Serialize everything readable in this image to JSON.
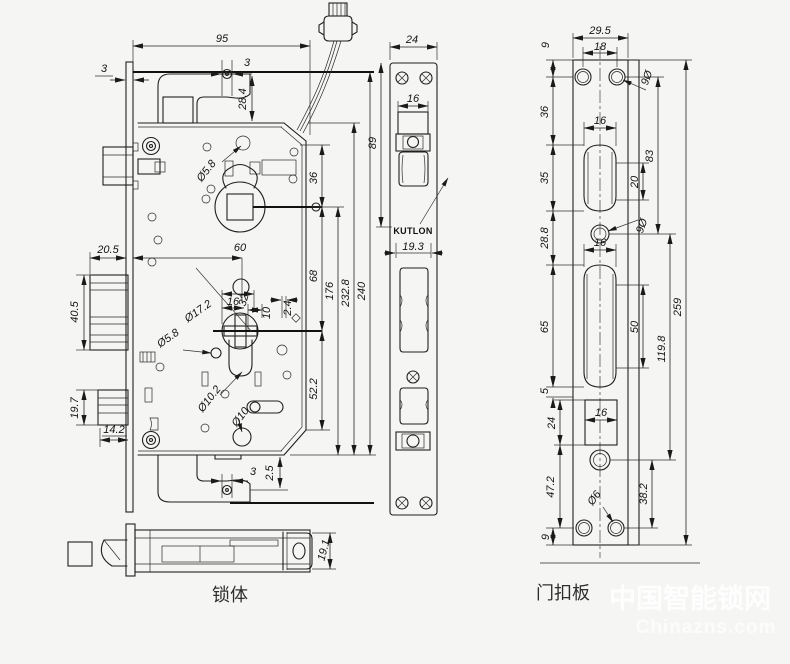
{
  "titles": {
    "lock_body": "锁体",
    "strike_plate": "门扣板"
  },
  "brand": "KUTLON",
  "watermark": {
    "line1": "中国智能锁网",
    "line2": "Chinazns.com"
  },
  "colors": {
    "background": "#f5f5f3",
    "line": "#1c1c1c",
    "watermark": "#ffffff"
  },
  "lock": {
    "d95": "95",
    "d3_top": "3",
    "d3_left": "3",
    "d28_4": "28.4",
    "d5_8_top": "Ø5.8",
    "d36": "36",
    "d20_5": "20.5",
    "d60": "60",
    "d40_5": "40.5",
    "d32": "32",
    "d16": "16",
    "d10": "10",
    "d2_4": "2.4",
    "d17_2": "Ø17.2",
    "d5_8": "Ø5.8",
    "d68": "68",
    "d176": "176",
    "d232_8": "232.8",
    "d240": "240",
    "d52_2": "52.2",
    "d10_2": "Ø10.2",
    "d10r": "Ø10",
    "d19_7": "19.7",
    "d14_2": "14.2",
    "d3_bot": "3",
    "d2_5": "2.5",
    "d19_1": "19.1"
  },
  "faceplate": {
    "d24": "24",
    "d89": "89",
    "d16": "16",
    "d19_3": "19.3"
  },
  "strike": {
    "d29_5": "29.5",
    "d18": "18",
    "d9_top": "9",
    "d9h_top": "9Ø",
    "d36": "36",
    "d16_1": "16",
    "d83": "83",
    "d35": "35",
    "d20": "20",
    "d28_8": "28.8",
    "d9h_mid": "9Ø",
    "d16_2": "16",
    "d65": "65",
    "d50": "50",
    "d119_8": "119.8",
    "d259": "259",
    "d5": "5",
    "d24": "24",
    "d16_3": "16",
    "d47_2": "47.2",
    "d38_2": "38.2",
    "d6": "Ø6",
    "d9_bot": "9"
  }
}
